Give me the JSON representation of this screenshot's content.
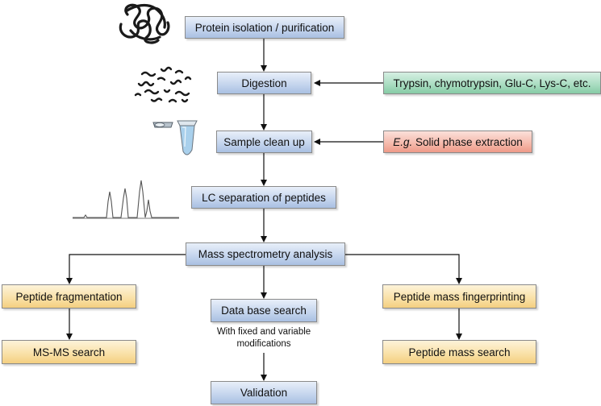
{
  "nodes": {
    "protein_isolation": "Protein isolation / purification",
    "digestion": "Digestion",
    "sample_cleanup": "Sample clean up",
    "lc_separation": "LC separation of peptides",
    "mass_spec": "Mass spectrometry analysis",
    "peptide_fragmentation": "Peptide fragmentation",
    "ms_ms_search": "MS-MS search",
    "database_search": "Data base search",
    "validation": "Validation",
    "pmf": "Peptide mass fingerprinting",
    "peptide_mass_search": "Peptide mass search"
  },
  "side_inputs": {
    "enzymes": "Trypsin, chymotrypsin, Glu-C, Lys-C, etc.",
    "extraction_prefix": "E.g.",
    "extraction_text": " Solid phase extraction"
  },
  "notes": {
    "database_search_line1": "With fixed and variable",
    "database_search_line2": "modifications"
  },
  "colors": {
    "process_box": "#c6d6ee",
    "branch_box": "#f9e0a5",
    "enzyme_box": "#a8dcc0",
    "extraction_box": "#f5b8aa",
    "arrow": "#111111"
  },
  "icons": [
    "folded-protein-icon",
    "peptide-fragments-icon",
    "eppendorf-tube-icon",
    "chromatogram-icon"
  ]
}
